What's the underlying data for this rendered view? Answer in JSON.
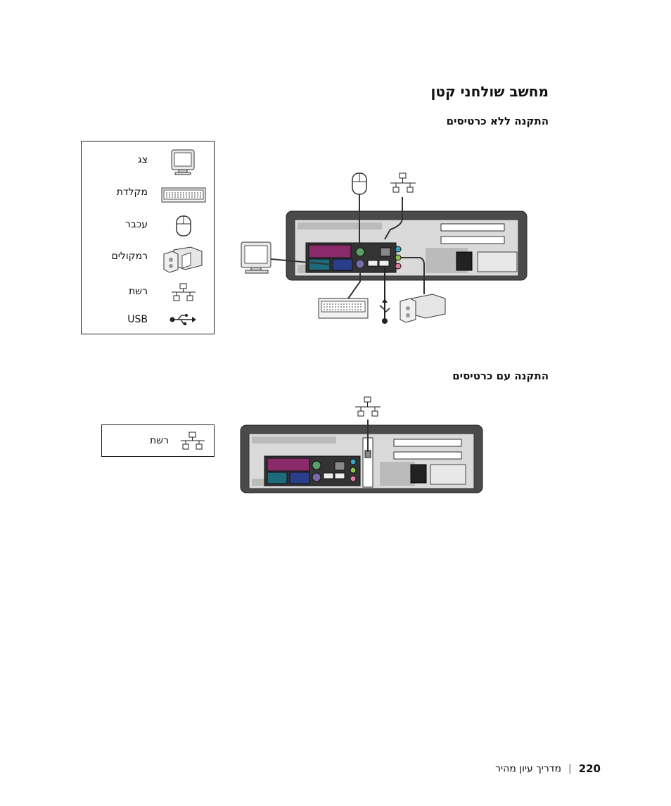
{
  "page": {
    "title": "מחשב שולחני קטן",
    "section_no_cards": "התקנה ללא כרטיסים",
    "section_with_cards": "התקנה עם כרטיסים"
  },
  "legend_no_cards": {
    "items": [
      {
        "label": "צג",
        "icon": "monitor-icon"
      },
      {
        "label": "מקלדת",
        "icon": "keyboard-icon"
      },
      {
        "label": "עכבר",
        "icon": "mouse-icon"
      },
      {
        "label": "רמקולים",
        "icon": "speakers-icon"
      },
      {
        "label": "רשת",
        "icon": "network-icon"
      },
      {
        "label": "USB",
        "icon": "usb-icon"
      }
    ]
  },
  "legend_with_cards": {
    "items": [
      {
        "label": "רשת",
        "icon": "network-icon"
      }
    ]
  },
  "footer": {
    "page_number": "220",
    "separator": "|",
    "guide_title": "מדריך עיון מהיר"
  }
}
